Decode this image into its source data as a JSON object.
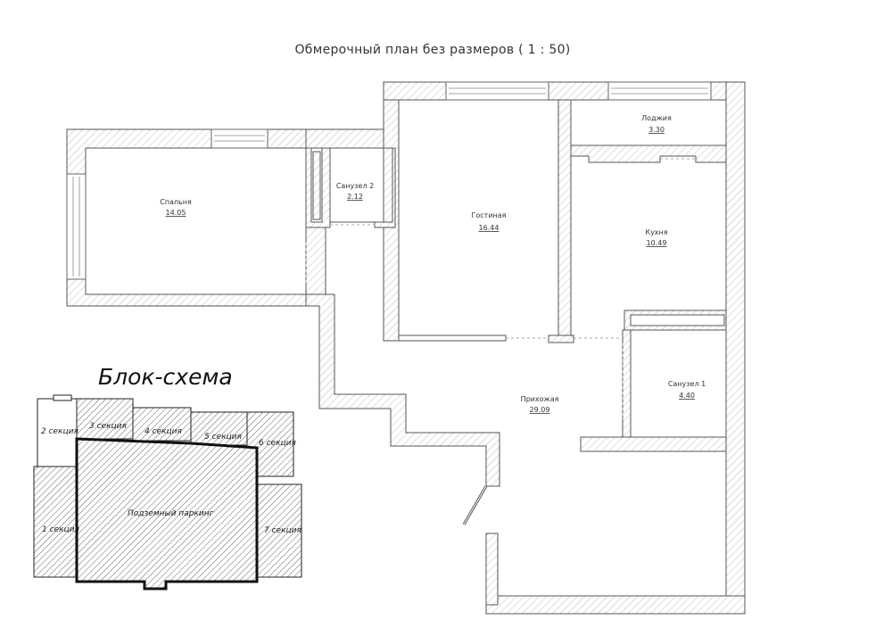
{
  "plan_title": "Обмерочный план без размеров ( 1 : 50)",
  "rooms": [
    {
      "id": "bedroom",
      "name": "Спальня",
      "area": "14.05"
    },
    {
      "id": "bath2",
      "name": "Санузел 2",
      "area": "2.12"
    },
    {
      "id": "living",
      "name": "Гостиная",
      "area": "16.44"
    },
    {
      "id": "loggia",
      "name": "Лоджия",
      "area": "3.30"
    },
    {
      "id": "kitchen",
      "name": "Кухня",
      "area": "10.49"
    },
    {
      "id": "hall",
      "name": "Прихожая",
      "area": "29.09"
    },
    {
      "id": "bath1",
      "name": "Санузел 1",
      "area": "4.40"
    }
  ],
  "scheme": {
    "title": "Блок-схема",
    "sections": [
      {
        "id": "s1",
        "label": "1 секция"
      },
      {
        "id": "s2",
        "label": "2 секция"
      },
      {
        "id": "s3",
        "label": "3 секция"
      },
      {
        "id": "s4",
        "label": "4 секция"
      },
      {
        "id": "s5",
        "label": "5 секция"
      },
      {
        "id": "s6",
        "label": "6 секция"
      },
      {
        "id": "s7",
        "label": "7 секция"
      },
      {
        "id": "parking",
        "label": "Подземный паркинг"
      }
    ]
  },
  "colors": {
    "wall_stroke": "#555555",
    "hatch": "#bbbbbb",
    "scheme_stroke": "#111111"
  }
}
